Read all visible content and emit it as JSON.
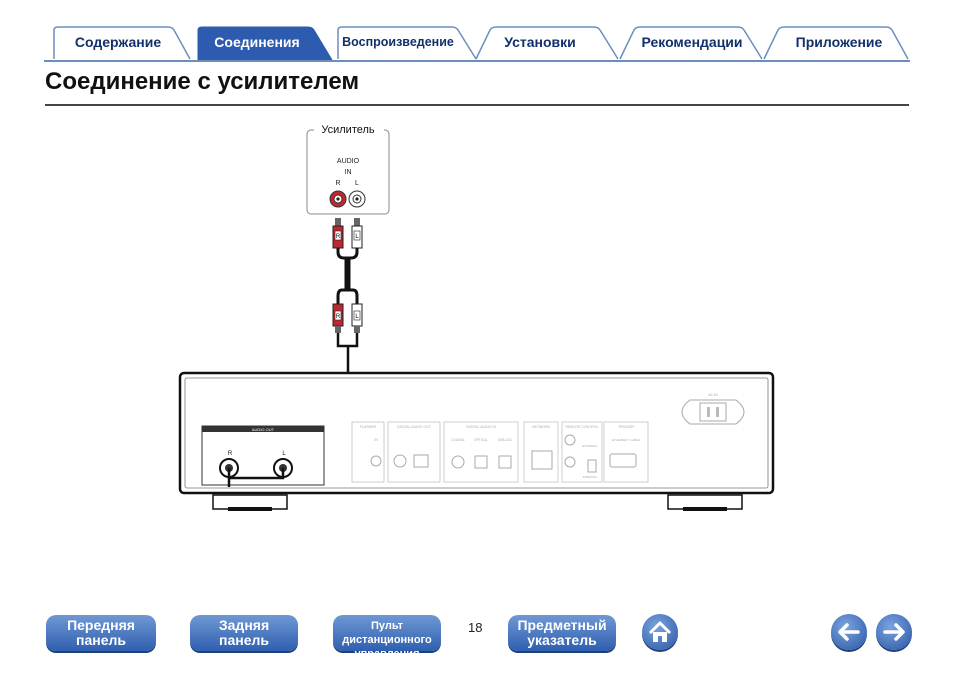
{
  "tabs": [
    {
      "label": "Содержание"
    },
    {
      "label": "Соединения"
    },
    {
      "label": "Воспроизведение"
    },
    {
      "label": "Установки"
    },
    {
      "label": "Рекомендации"
    },
    {
      "label": "Приложение"
    }
  ],
  "page_title": "Соединение с усилителем",
  "diagram": {
    "amplifier_label": "Усилитель",
    "audio_in": "AUDIO",
    "in": "IN",
    "right": "R",
    "left": "L",
    "plug_r": "R",
    "plug_l": "L",
    "audio_out": "AUDIO OUT",
    "out_r": "R",
    "out_l": "L",
    "panel_labels": [
      "FLASHER",
      "DIGITAL AUDIO OUT",
      "DIGITAL AUDIO IN",
      "NETWORK",
      "REMOTE CONTROL",
      "TRIGGER"
    ],
    "sub_labels": [
      "IN",
      "COAXIAL",
      "OPTICAL",
      "USB-DAC",
      "EXTERNAL",
      "INTERNAL",
      "ETHERNET / CABLE"
    ],
    "ac_in": "AC IN"
  },
  "footer": {
    "front_panel": [
      "Передняя",
      "панель"
    ],
    "rear_panel": [
      "Задняя",
      "панель"
    ],
    "remote": [
      "Пульт дистанционного",
      "управления"
    ],
    "page_number": "18",
    "index": [
      "Предметный",
      "указатель"
    ]
  },
  "colors": {
    "tab_active": "#2d5bb0",
    "tab_text": "#13306a",
    "button": "#3a69b8",
    "plug_red": "#c2262e"
  }
}
